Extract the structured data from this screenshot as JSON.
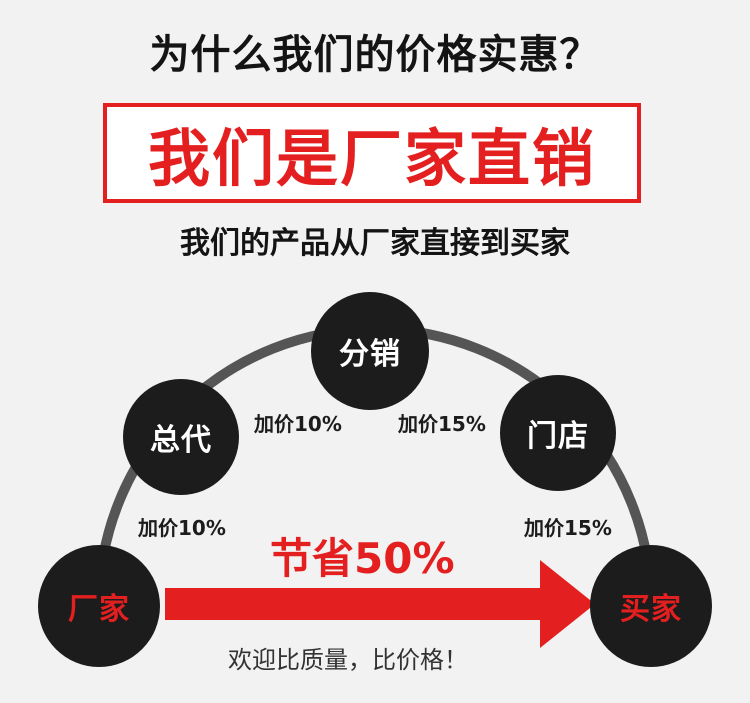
{
  "header": {
    "question": "为什么我们的价格实惠？",
    "headline": "我们是厂家直销",
    "subheadline": "我们的产品从厂家直接到买家"
  },
  "chain": {
    "factory": "厂家",
    "general_agent": "总代",
    "distributor": "分销",
    "store": "门店",
    "buyer": "买家"
  },
  "markups": {
    "factory_to_general": "加价10%",
    "general_to_distributor": "加价10%",
    "distributor_to_store": "加价15%",
    "store_to_buyer": "加价15%"
  },
  "direct": {
    "savings": "节省50%",
    "slogan": "欢迎比质量，比价格！"
  },
  "colors": {
    "accent_red": "#e41f1f",
    "node_dark": "#1c1c1c",
    "arc": "#555555",
    "background": "#f2f2f2"
  }
}
